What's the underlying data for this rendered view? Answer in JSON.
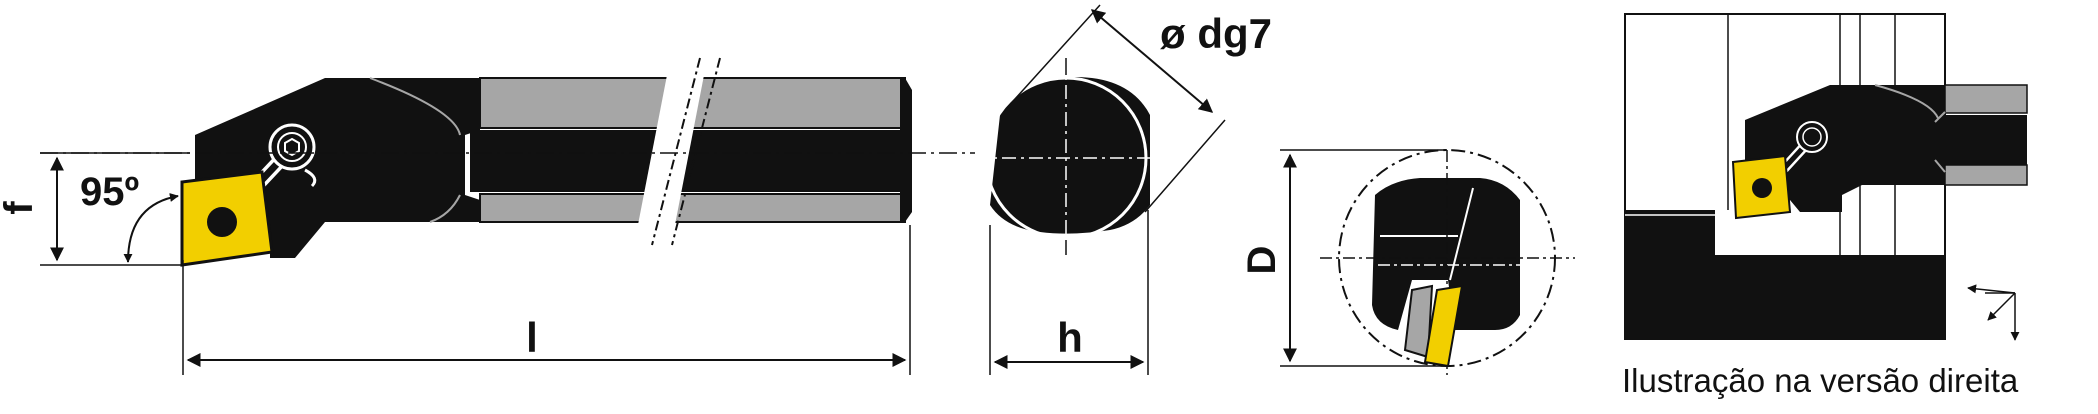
{
  "labels": {
    "f": "f",
    "angle": "95º",
    "length": "l",
    "diameter": "ø dg7",
    "height": "h",
    "bore": "D"
  },
  "caption": "Ilustração na versão direita",
  "colors": {
    "body": "#111111",
    "shank_band": "#a6a6a6",
    "insert": "#f2cf00",
    "line": "#111111",
    "background": "#ffffff"
  }
}
